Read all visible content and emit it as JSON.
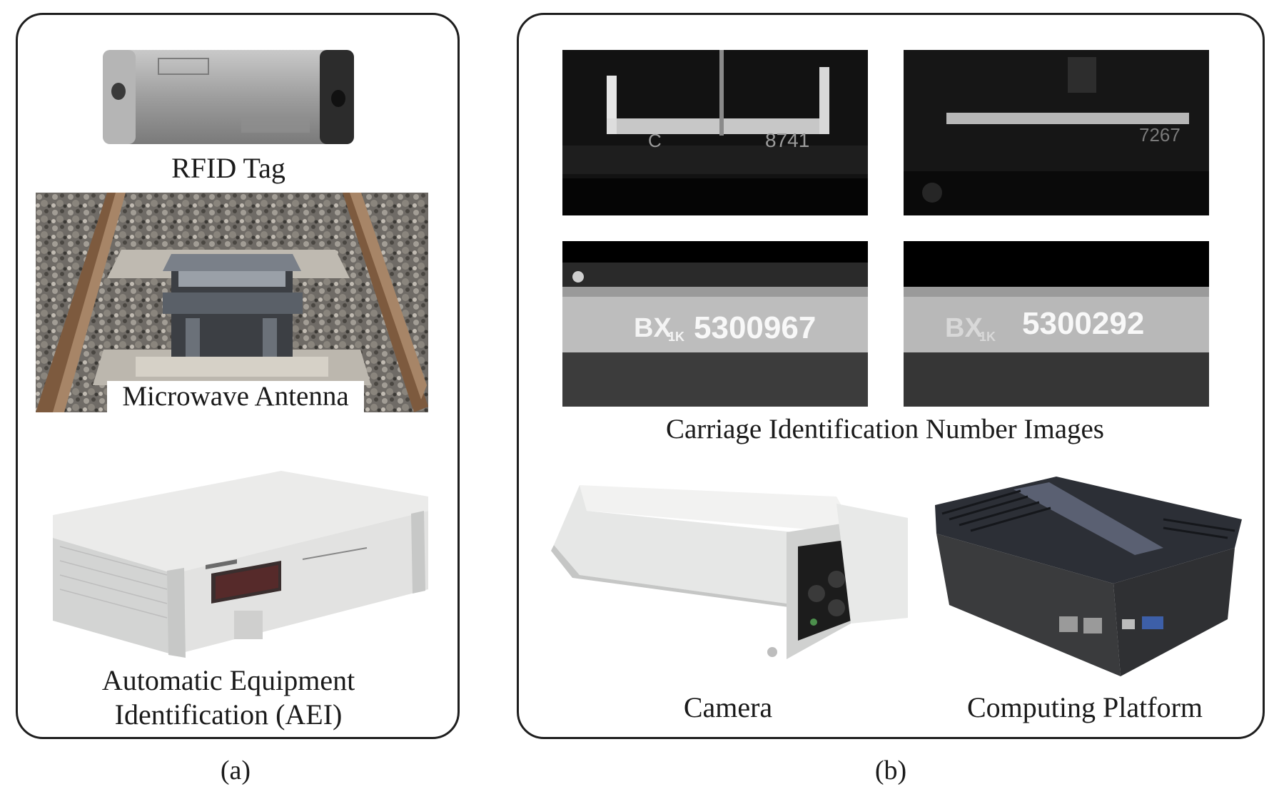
{
  "panel_a": {
    "rfid_label": "RFID Tag",
    "antenna_label": "Microwave Antenna",
    "aei_label_line1": "Automatic Equipment",
    "aei_label_line2": "Identification (AEI)",
    "caption": "(a)"
  },
  "panel_b": {
    "images_label": "Carriage Identification Number Images",
    "camera_label": "Camera",
    "platform_label": "Computing Platform",
    "caption": "(b)",
    "number_1a": "C",
    "number_1b": "8741",
    "number_2": "7267",
    "number_3_prefix": "BX",
    "number_3_sub": "1K",
    "number_3": "5300967",
    "number_4_prefix": "BX",
    "number_4_sub": "1K",
    "number_4": "5300292"
  },
  "colors": {
    "border": "#1e1e1e",
    "photo_dark": "#111111",
    "aluminium": "#d9dadb"
  }
}
